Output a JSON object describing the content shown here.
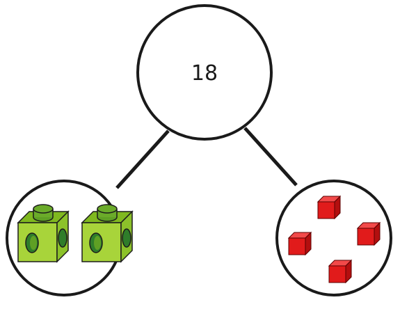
{
  "part_whole_model": {
    "whole": {
      "value": "18"
    },
    "left_part": {
      "representation": "linking-cubes",
      "count": 2,
      "colors": {
        "front": "#a8d43a",
        "side": "#7fb81f",
        "top": "#6bab2a",
        "holes": "#2f7d2a",
        "outline": "#1c1c1c"
      }
    },
    "right_part": {
      "representation": "unit-cubes",
      "count": 4,
      "colors": {
        "front": "#e11b1b",
        "side": "#b30f0f",
        "top": "#f24a4a",
        "outline": "#5a0000"
      }
    }
  }
}
